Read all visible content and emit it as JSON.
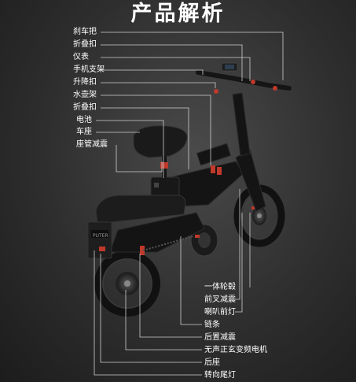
{
  "title": "产品解析",
  "labels_left": [
    "刹车把",
    "折叠扣",
    "仪表",
    "手机支架",
    "升降扣",
    "水壶架",
    "折叠扣",
    "电池",
    "车座",
    "座管减震"
  ],
  "labels_right": [
    "一体轮毂",
    "前叉减震",
    "喇叭前灯",
    "链条",
    "后置减震",
    "无声正玄变频电机",
    "后座",
    "转向尾灯"
  ],
  "badge_text": "PUTER",
  "colors": {
    "background": "#2e2e2e",
    "text": "#ffffff",
    "accent": "#c0392b",
    "bike": "#141414"
  }
}
